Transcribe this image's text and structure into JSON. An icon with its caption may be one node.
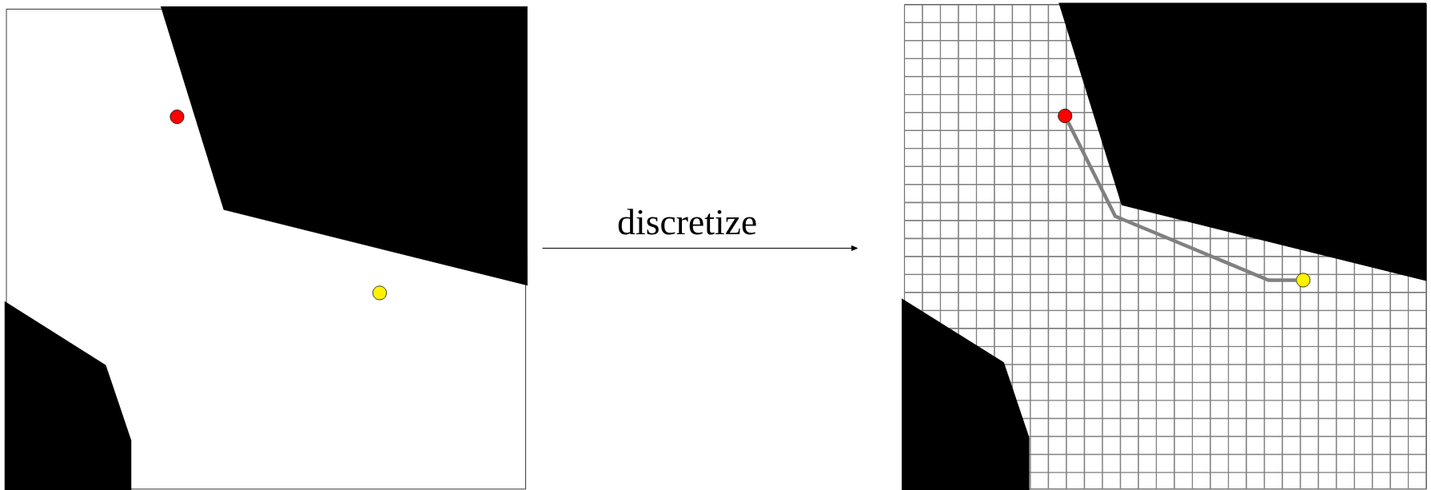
{
  "diagram": {
    "nodes": [
      {
        "text": [],
        "shape": "box"
      },
      {
        "text": [],
        "shape": "box"
      },
      {
        "text": [],
        "shape": "circle",
        "in": 0
      },
      {
        "text": [],
        "shape": "circle",
        "in": 0
      },
      {
        "text": [],
        "shape": "circle",
        "in": 1
      },
      {
        "text": [],
        "shape": "circle",
        "in": 1
      }
    ],
    "edges": [
      {
        "from": 0,
        "to": 1,
        "arrow": "to",
        "label": "discretize"
      },
      {
        "from": 4,
        "to": 5,
        "arrow": "none",
        "style": "thick",
        "color": "#808080"
      }
    ]
  }
}
